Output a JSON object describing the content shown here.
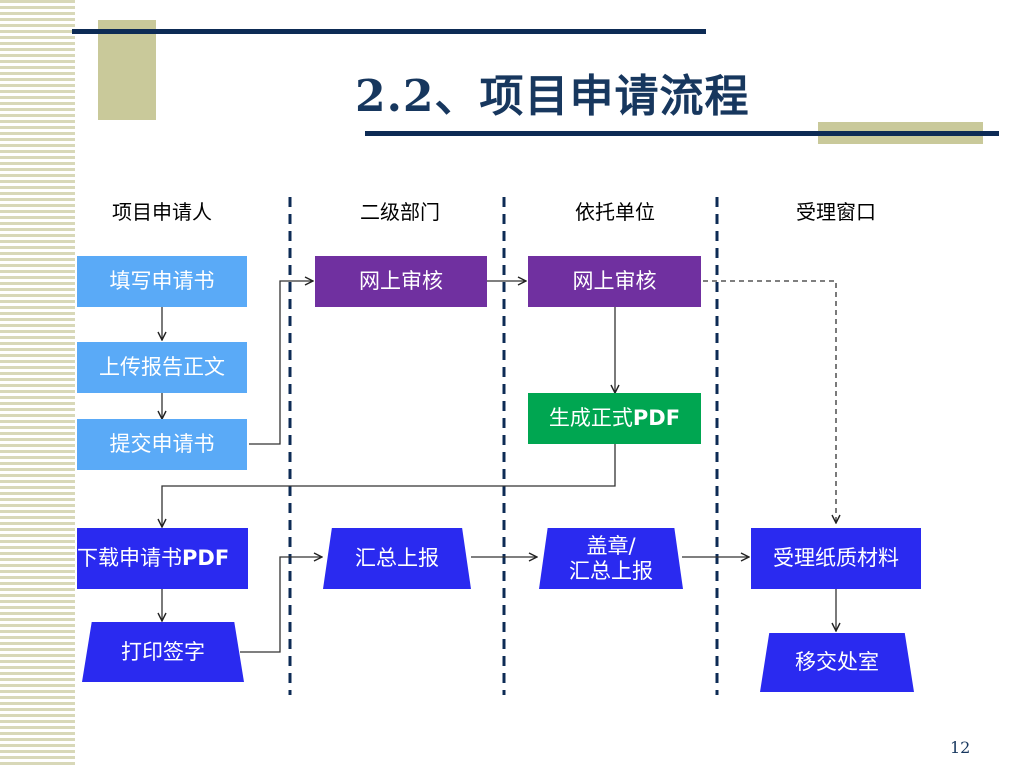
{
  "slide": {
    "title": "2.2、项目申请流程",
    "page_number": "12"
  },
  "columns": [
    "项目申请人",
    "二级部门",
    "依托单位",
    "受理窗口"
  ],
  "nodes": {
    "fill_form": "填写申请书",
    "upload_report": "上传报告正文",
    "submit_form": "提交申请书",
    "dept_review": "网上审核",
    "unit_review": "网上审核",
    "generate_pdf_cn": "生成正式",
    "generate_pdf_en": "PDF",
    "download_pdf_cn": "下载申请书",
    "download_pdf_en": "PDF",
    "print_sign": "打印签字",
    "summarize_report": "汇总上报",
    "stamp_line1": "盖章/",
    "stamp_line2": "汇总上报",
    "accept_paper": "受理纸质材料",
    "transfer_office": "移交处室"
  },
  "colors": {
    "title": "#17375e",
    "light_blue_box": "#5aaaf7",
    "purple_box": "#7030a0",
    "green_box": "#00a651",
    "blue_box": "#2a2af0",
    "lane_divider": "#0d2b55"
  }
}
